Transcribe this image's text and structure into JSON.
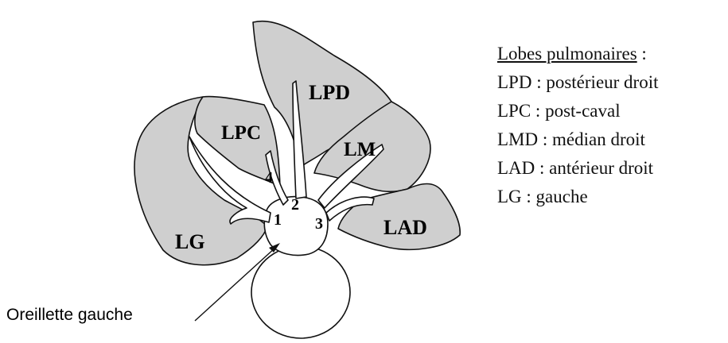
{
  "diagram": {
    "lobes": {
      "lpd": "LPD",
      "lpc": "LPC",
      "lm": "LM",
      "lad": "LAD",
      "lg": "LG"
    },
    "vein_numbers": [
      "1",
      "2",
      "3",
      "4"
    ],
    "annotation": "Oreillette gauche"
  },
  "legend": {
    "title": "Lobes pulmonaires",
    "title_suffix": " :",
    "items": [
      "LPD : postérieur droit",
      "LPC : post-caval",
      "LMD : médian droit",
      "LAD : antérieur droit",
      "LG : gauche"
    ]
  },
  "colors": {
    "lobe_fill": "#cfcfcf",
    "outline": "#111111"
  }
}
